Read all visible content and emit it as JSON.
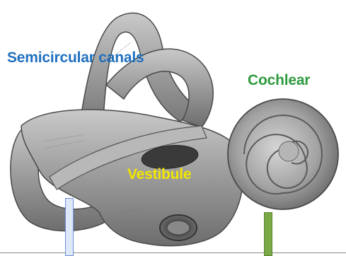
{
  "image": {
    "subject": "inner ear bony labyrinth illustration"
  },
  "labels": {
    "semicircular": {
      "text": "Semicircular canals",
      "color": "#1f6fbf"
    },
    "cochlear": {
      "text": "Cochlear",
      "color": "#2e9b3f"
    },
    "vestibule": {
      "text": "Vestibule",
      "color": "#f2e600"
    }
  },
  "markers": {
    "blue_color": "#dde8fb",
    "green_color": "#7aa845"
  }
}
